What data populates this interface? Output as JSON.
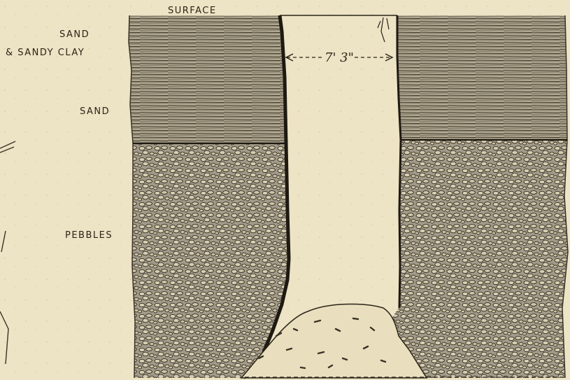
{
  "labels": {
    "surface": "SURFACE",
    "sand_top": "SAND",
    "sandy_clay": "& SANDY CLAY",
    "sand_lower": "SAND",
    "pebbles": "PEBBLES"
  },
  "dimension": "7' 3\"",
  "colors": {
    "paper": "#ede3c5",
    "ink": "#2a2418",
    "strata": "#8f8677",
    "pebble": "#9a9282"
  }
}
